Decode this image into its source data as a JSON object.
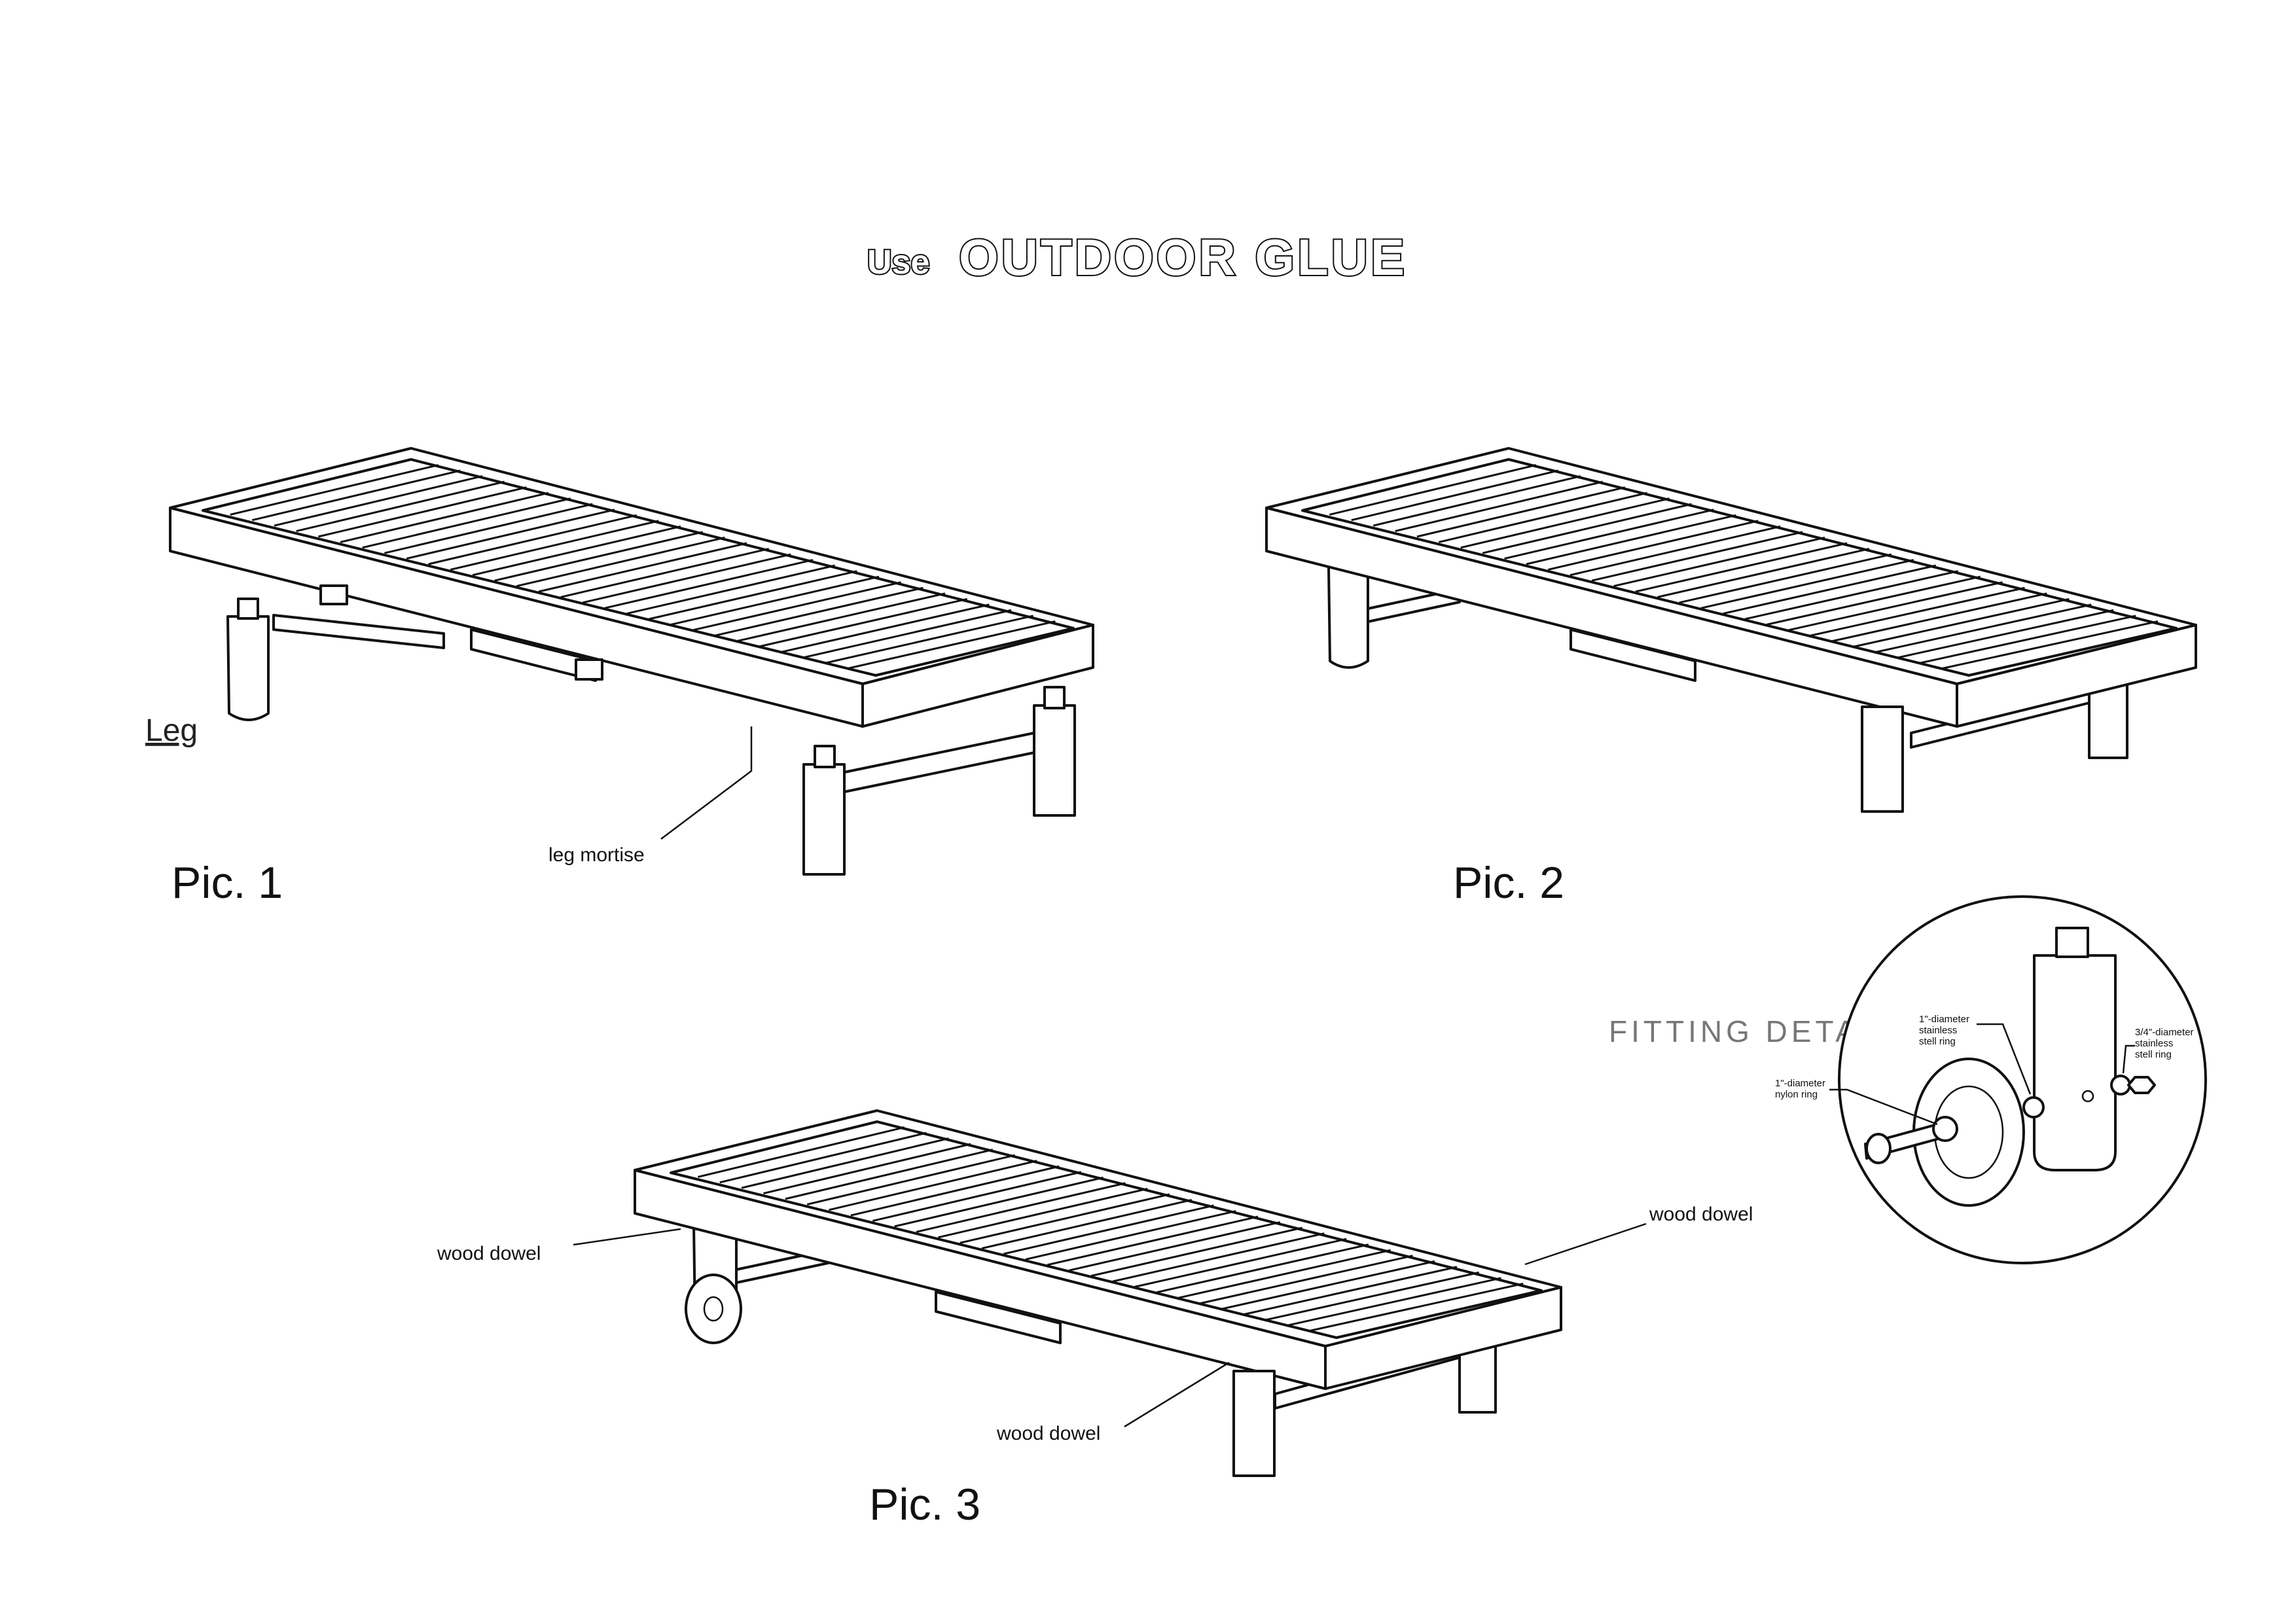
{
  "title": {
    "prefix": "Use",
    "main": "OUTDOOR GLUE"
  },
  "figures": [
    {
      "caption": "Pic. 1",
      "callouts": [
        "Leg",
        "leg mortise"
      ]
    },
    {
      "caption": "Pic. 2",
      "callouts": []
    },
    {
      "caption": "Pic. 3",
      "callouts": [
        "wood dowel",
        "wood dowel",
        "wood dowel"
      ]
    }
  ],
  "fitting_detail": {
    "title": "FITTING DETAIL",
    "parts": [
      {
        "line1": "1\"-diameter",
        "line2": "stainless",
        "line3": "stell ring"
      },
      {
        "line1": "1\"-diameter",
        "line2": "nylon ring",
        "line3": ""
      },
      {
        "line1": "3/4\"-diameter",
        "line2": "stainless",
        "line3": "stell ring"
      }
    ]
  }
}
